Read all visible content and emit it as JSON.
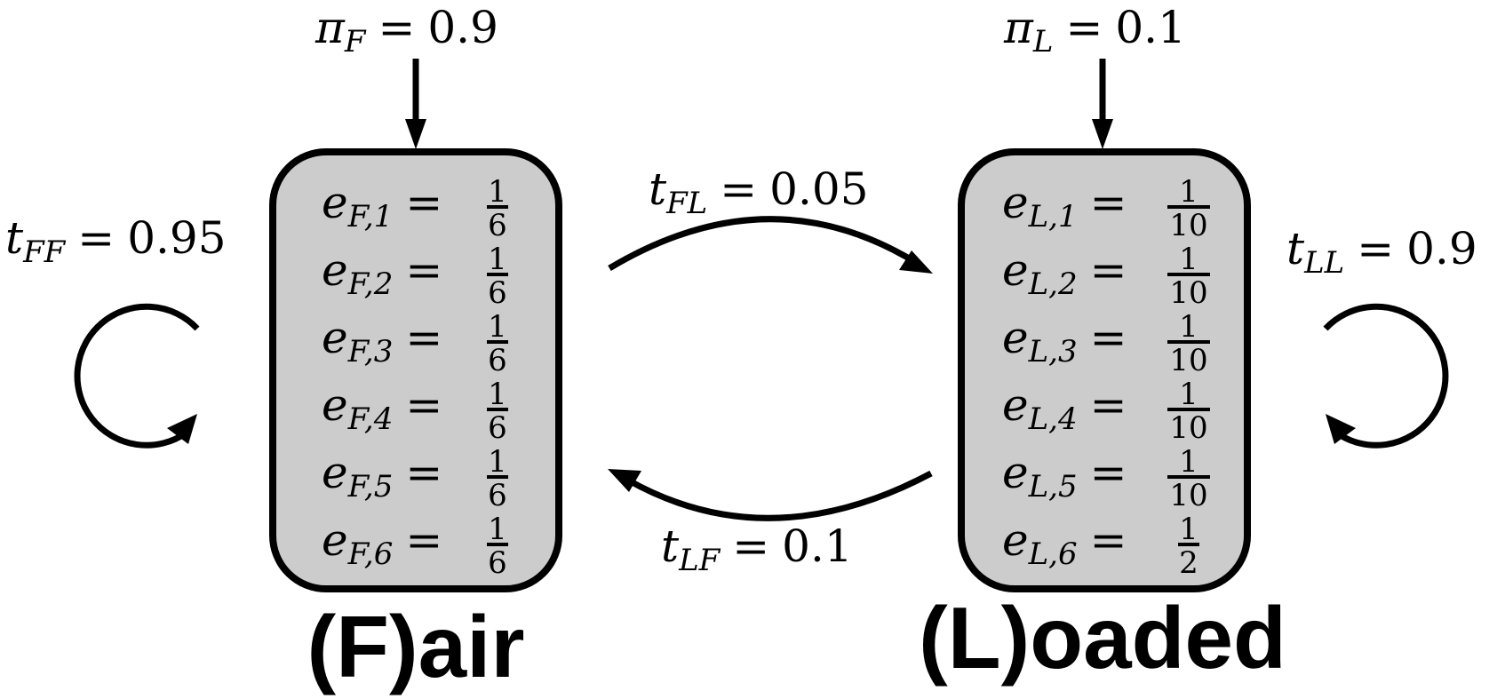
{
  "states": [
    {
      "name": "(F)air",
      "initial": {
        "symbol": "π",
        "sub": "F",
        "value": "0.9"
      },
      "self_transition": {
        "symbol": "t",
        "sub": "FF",
        "value": "0.95"
      },
      "emissions": [
        {
          "sub": "F,1",
          "num": "1",
          "den": "6"
        },
        {
          "sub": "F,2",
          "num": "1",
          "den": "6"
        },
        {
          "sub": "F,3",
          "num": "1",
          "den": "6"
        },
        {
          "sub": "F,4",
          "num": "1",
          "den": "6"
        },
        {
          "sub": "F,5",
          "num": "1",
          "den": "6"
        },
        {
          "sub": "F,6",
          "num": "1",
          "den": "6"
        }
      ]
    },
    {
      "name": "(L)oaded",
      "initial": {
        "symbol": "π",
        "sub": "L",
        "value": "0.1"
      },
      "self_transition": {
        "symbol": "t",
        "sub": "LL",
        "value": "0.9"
      },
      "emissions": [
        {
          "sub": "L,1",
          "num": "1",
          "den": "10"
        },
        {
          "sub": "L,2",
          "num": "1",
          "den": "10"
        },
        {
          "sub": "L,3",
          "num": "1",
          "den": "10"
        },
        {
          "sub": "L,4",
          "num": "1",
          "den": "10"
        },
        {
          "sub": "L,5",
          "num": "1",
          "den": "10"
        },
        {
          "sub": "L,6",
          "num": "1",
          "den": "2"
        }
      ]
    }
  ],
  "transitions": {
    "fair_to_loaded": {
      "symbol": "t",
      "sub": "FL",
      "value": "0.05"
    },
    "loaded_to_fair": {
      "symbol": "t",
      "sub": "LF",
      "value": "0.1"
    }
  },
  "emission_symbol": "e",
  "equals": "="
}
